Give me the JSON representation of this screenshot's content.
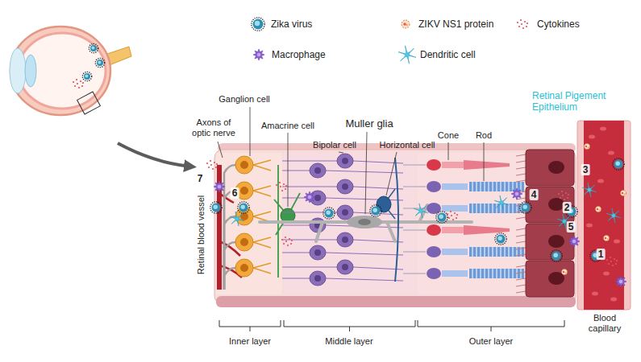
{
  "diagram": {
    "labels": [
      "Ganglion cell",
      "Axons of optic nerve",
      "Amacrine cell",
      "Muller glia",
      "Bipolar cell",
      "Horizontal cell",
      "Cone",
      "Rod",
      "Retinal Pigement Epithelium",
      "Retinal blood vessel",
      "Blood capillary",
      "Inner layer",
      "Middle layer",
      "Outer layer",
      "1",
      "2",
      "3",
      "4",
      "5",
      "6",
      "7"
    ],
    "legend": [
      {
        "text": "Zika virus"
      },
      {
        "text": "ZIKV NS1 protein"
      },
      {
        "text": "Cytokines"
      },
      {
        "text": "Macrophage"
      },
      {
        "text": "Dendritic cell"
      }
    ]
  }
}
